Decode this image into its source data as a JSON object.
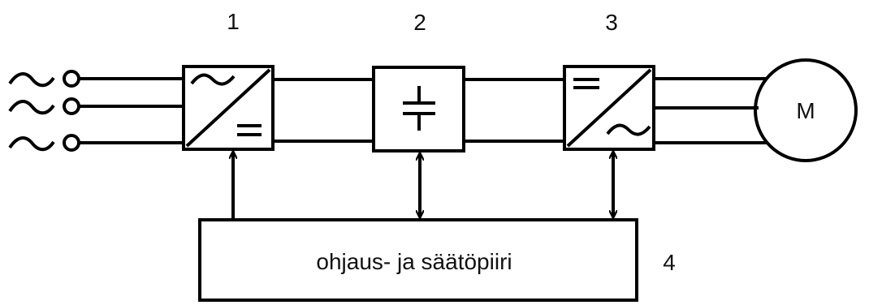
{
  "blocks": [
    {
      "number": "1"
    },
    {
      "number": "2"
    },
    {
      "number": "3"
    }
  ],
  "control": {
    "number": "4",
    "label": "ohjaus- ja säätöpiiri"
  },
  "motor": {
    "label": "M"
  }
}
